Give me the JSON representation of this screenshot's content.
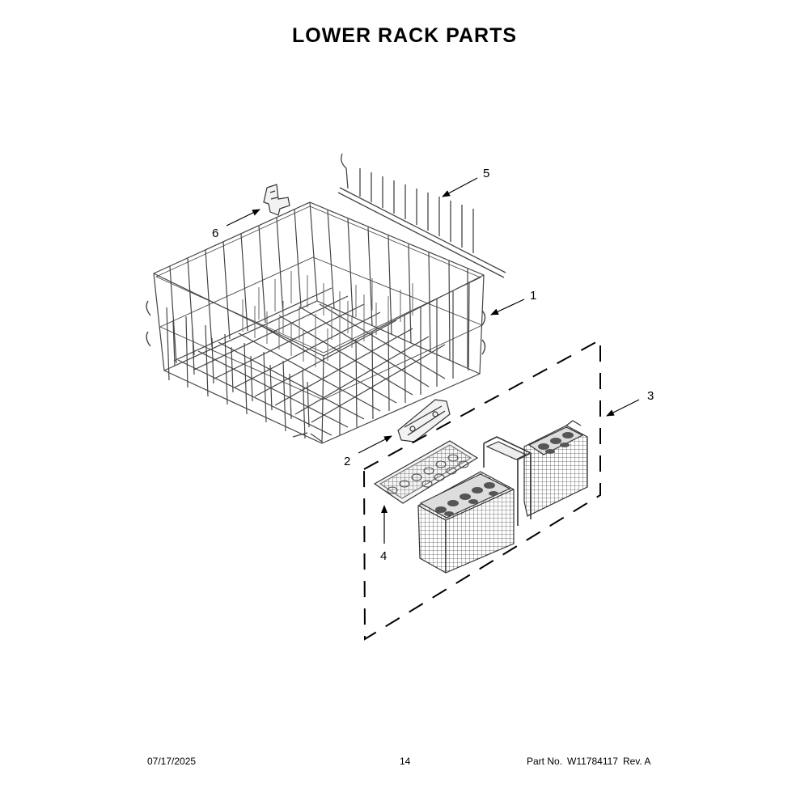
{
  "title": "LOWER RACK PARTS",
  "callouts": {
    "c1": "1",
    "c2": "2",
    "c3": "3",
    "c4": "4",
    "c5": "5",
    "c6": "6"
  },
  "footer": {
    "date": "07/17/2025",
    "page": "14",
    "part_label": "Part No.",
    "part_number": "W11784117",
    "revision": "Rev. A"
  }
}
